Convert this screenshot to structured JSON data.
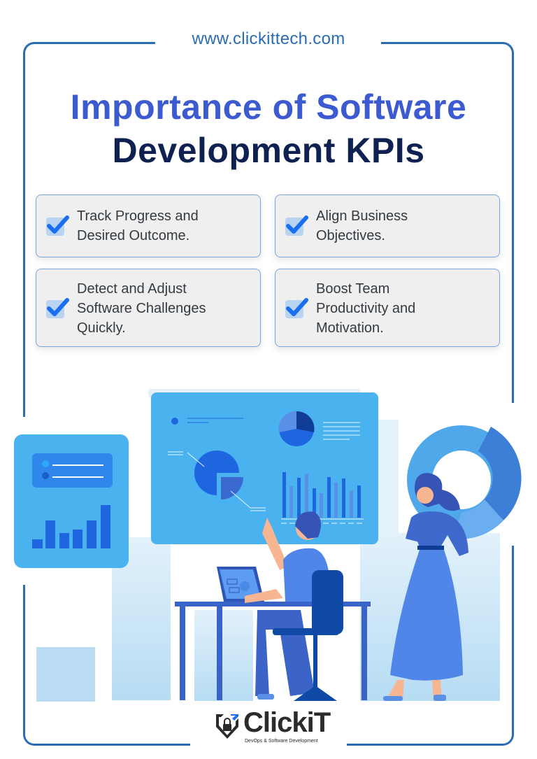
{
  "header": {
    "url": "www.clickittech.com",
    "title_line1": "Importance of Software",
    "title_line2": "Development KPIs"
  },
  "benefits": [
    {
      "icon": "checkmark-icon",
      "label": "Track Progress and Desired Outcome."
    },
    {
      "icon": "checkmark-icon",
      "label": "Align Business Objectives."
    },
    {
      "icon": "checkmark-icon",
      "label": "Detect and Adjust Software Challenges Quickly."
    },
    {
      "icon": "checkmark-icon",
      "label": "Boost Team Productivity and Motivation."
    }
  ],
  "benefit_lines": [
    [
      "Track Progress and",
      "Desired Outcome."
    ],
    [
      "Align Business",
      "Objectives."
    ],
    [
      "Detect and Adjust",
      "Software Challenges",
      "Quickly."
    ],
    [
      "Boost Team",
      "Productivity and",
      "Motivation."
    ]
  ],
  "footer": {
    "logo_name": "ClickiT",
    "logo_tagline": "DevOps & Software Development"
  },
  "colors": {
    "frame": "#2a6bb5",
    "title_accent": "#3d5bd0",
    "title_dark": "#0e2150",
    "card_bg": "#efefef",
    "card_border": "#7aa4dd",
    "check": "#1a6ef0",
    "panel_blue": "#4ab3ef"
  }
}
